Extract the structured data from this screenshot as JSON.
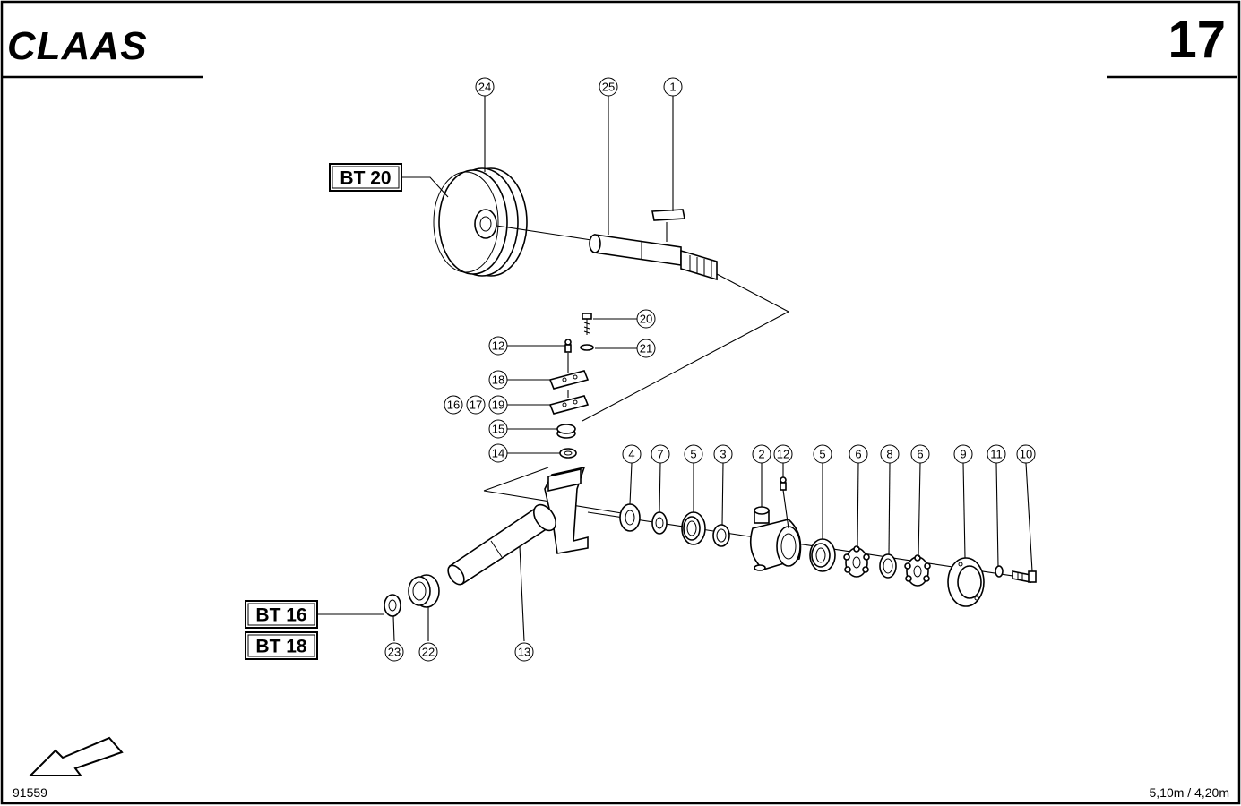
{
  "header": {
    "logo": "CLAAS",
    "page_number": "17"
  },
  "footer": {
    "drawing_number": "91559",
    "machine_size": "5,10m / 4,20m"
  },
  "refs": {
    "bt20": "BT 20",
    "bt16": "BT 16",
    "bt18": "BT 18"
  },
  "callouts": {
    "c24": "24",
    "c25": "25",
    "c1_top": "1",
    "c20": "20",
    "c12_left": "12",
    "c21": "21",
    "c18": "18",
    "c16": "16",
    "c17": "17",
    "c19": "19",
    "c15": "15",
    "c14": "14",
    "c4": "4",
    "c7": "7",
    "c5_a": "5",
    "c3": "3",
    "c2": "2",
    "c12_right": "12",
    "c5_b": "5",
    "c6_a": "6",
    "c8": "8",
    "c6_b": "6",
    "c9": "9",
    "c11": "11",
    "c10": "10",
    "c23": "23",
    "c22": "22",
    "c13": "13"
  }
}
